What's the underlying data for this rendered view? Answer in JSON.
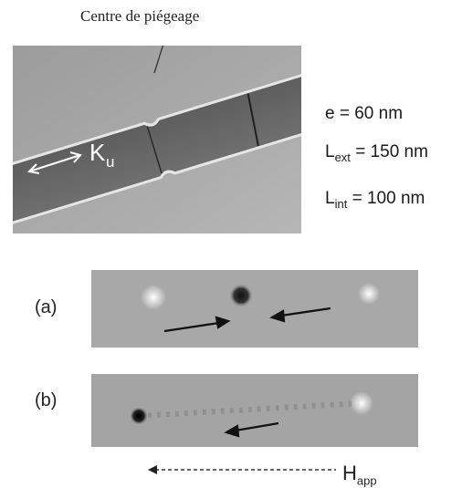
{
  "figure": {
    "caption_top": "Centre de piégeage",
    "ku_label": "K",
    "ku_sub": "u",
    "params": {
      "e": {
        "text": "e = 60 nm"
      },
      "lext": {
        "main": "L",
        "sub": "ext",
        "value": "= 150 nm"
      },
      "lint": {
        "main": "L",
        "sub": "int",
        "value": "= 100 nm"
      }
    },
    "panel_a_label": "(a)",
    "panel_b_label": "(b)",
    "happ_main": "H",
    "happ_sub": "app"
  }
}
